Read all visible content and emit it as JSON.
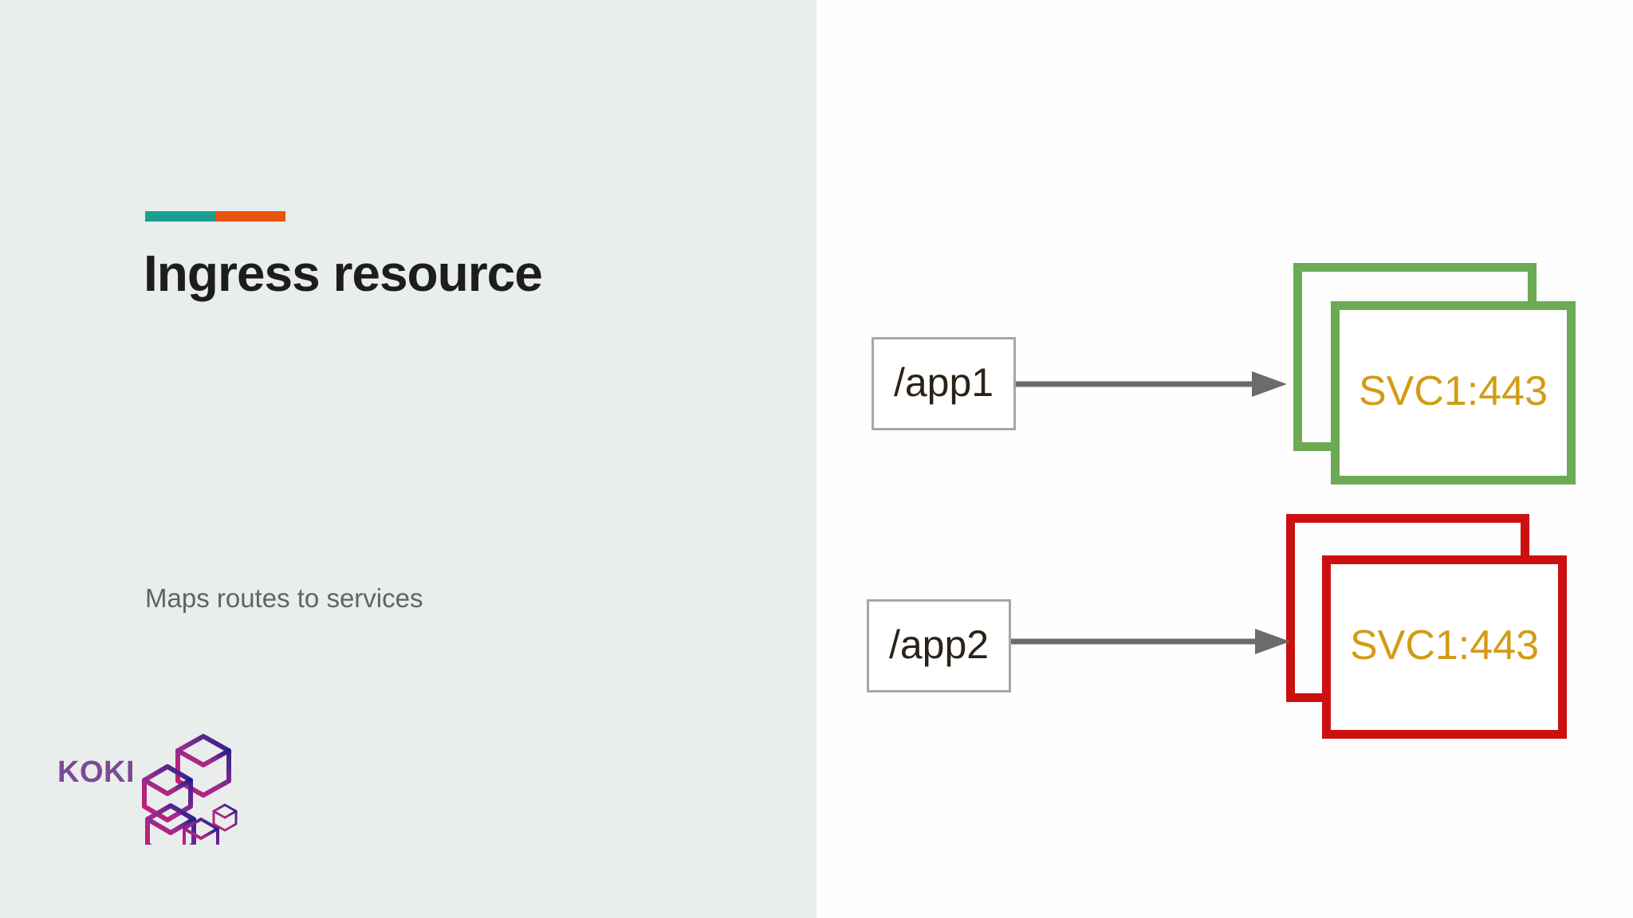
{
  "slide": {
    "title": "Ingress resource",
    "subtitle": "Maps routes to services",
    "background_left": "#e9eeed",
    "background_right": "#fdfefd"
  },
  "accent_bar": {
    "left_color": "#1b9e8f",
    "right_color": "#e8540c"
  },
  "logo": {
    "wordmark": "KOKI",
    "wordmark_color": "#7b4a97",
    "mark_gradient_start": "#d4186c",
    "mark_gradient_mid": "#8f2c8f",
    "mark_gradient_end": "#1f1f8c"
  },
  "diagram": {
    "type": "ingress-routing",
    "arrow_color": "#6b6b6b",
    "route_border_color": "#a6a6a6",
    "route_text_color": "#2b2217",
    "service_text_color": "#d39b15",
    "routes": [
      {
        "path_label": "/app1",
        "service_label": "SVC1:443",
        "accent_color": "#6cab54",
        "accent_name": "green"
      },
      {
        "path_label": "/app2",
        "service_label": "SVC1:443",
        "accent_color": "#cc1010",
        "accent_name": "red"
      }
    ]
  }
}
